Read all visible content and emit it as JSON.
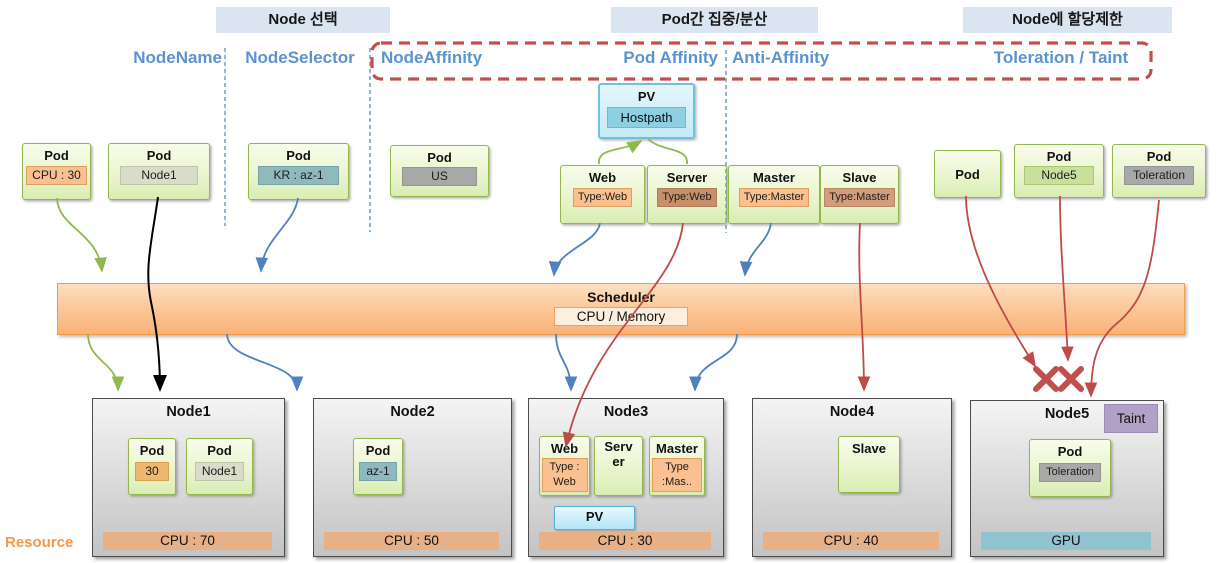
{
  "headers": [
    {
      "label": "Node 선택"
    },
    {
      "label": "Pod간 집중/분산"
    },
    {
      "label": "Node에 할당제한"
    }
  ],
  "categories": [
    {
      "label": "NodeName"
    },
    {
      "label": "NodeSelector"
    },
    {
      "label": "NodeAffinity"
    },
    {
      "label": "Pod Affinity"
    },
    {
      "label": "Anti-Affinity"
    },
    {
      "label": "Toleration / Taint"
    }
  ],
  "pv_box": {
    "title": "PV",
    "sub": "Hostpath"
  },
  "top_pods": [
    {
      "title": "Pod",
      "sub": "CPU : 30"
    },
    {
      "title": "Pod",
      "sub": "Node1"
    },
    {
      "title": "Pod",
      "sub": "KR : az-1"
    },
    {
      "title": "Pod",
      "sub": "US"
    },
    {
      "title": "Web",
      "sub": "Type:Web"
    },
    {
      "title": "Server",
      "sub": "Type:Web"
    },
    {
      "title": "Master",
      "sub": "Type:Master"
    },
    {
      "title": "Slave",
      "sub": "Type:Master"
    },
    {
      "title": "Pod"
    },
    {
      "title": "Pod",
      "sub": "Node5"
    },
    {
      "title": "Pod",
      "sub": "Toleration"
    }
  ],
  "scheduler": {
    "title": "Scheduler",
    "sub": "CPU / Memory"
  },
  "nodes": [
    {
      "title": "Node1",
      "resource": "CPU : 70",
      "pods": [
        {
          "title": "Pod",
          "sub": "30"
        },
        {
          "title": "Pod",
          "sub": "Node1"
        }
      ]
    },
    {
      "title": "Node2",
      "resource": "CPU : 50",
      "pods": [
        {
          "title": "Pod",
          "sub": "az-1"
        }
      ]
    },
    {
      "title": "Node3",
      "resource": "CPU : 30",
      "pv": "PV",
      "pods": [
        {
          "title": "Web",
          "sub": "Type : Web"
        },
        {
          "title": "Server"
        },
        {
          "title": "Master",
          "sub": "Type :Mas.."
        }
      ]
    },
    {
      "title": "Node4",
      "resource": "CPU : 40",
      "pods": [
        {
          "title": "Slave"
        }
      ]
    },
    {
      "title": "Node5",
      "resource": "GPU",
      "taint": "Taint",
      "pods": [
        {
          "title": "Pod",
          "sub": "Toleration"
        }
      ]
    }
  ],
  "resource_label": "Resource",
  "colors": {
    "category_blue": "#5b93cd",
    "header_bg": "#dbe5f1",
    "red_dashed": "#c0504d",
    "arrow_green": "#8fb84e",
    "arrow_blue": "#4f81bd",
    "arrow_red": "#bf4b47",
    "arrow_black": "#000000",
    "scheduler_orange": "#fbbd80",
    "resource_bar_orange": "#e7b185",
    "gpu_teal": "#8fc3cf",
    "taint_purple": "#b2a1c7"
  }
}
